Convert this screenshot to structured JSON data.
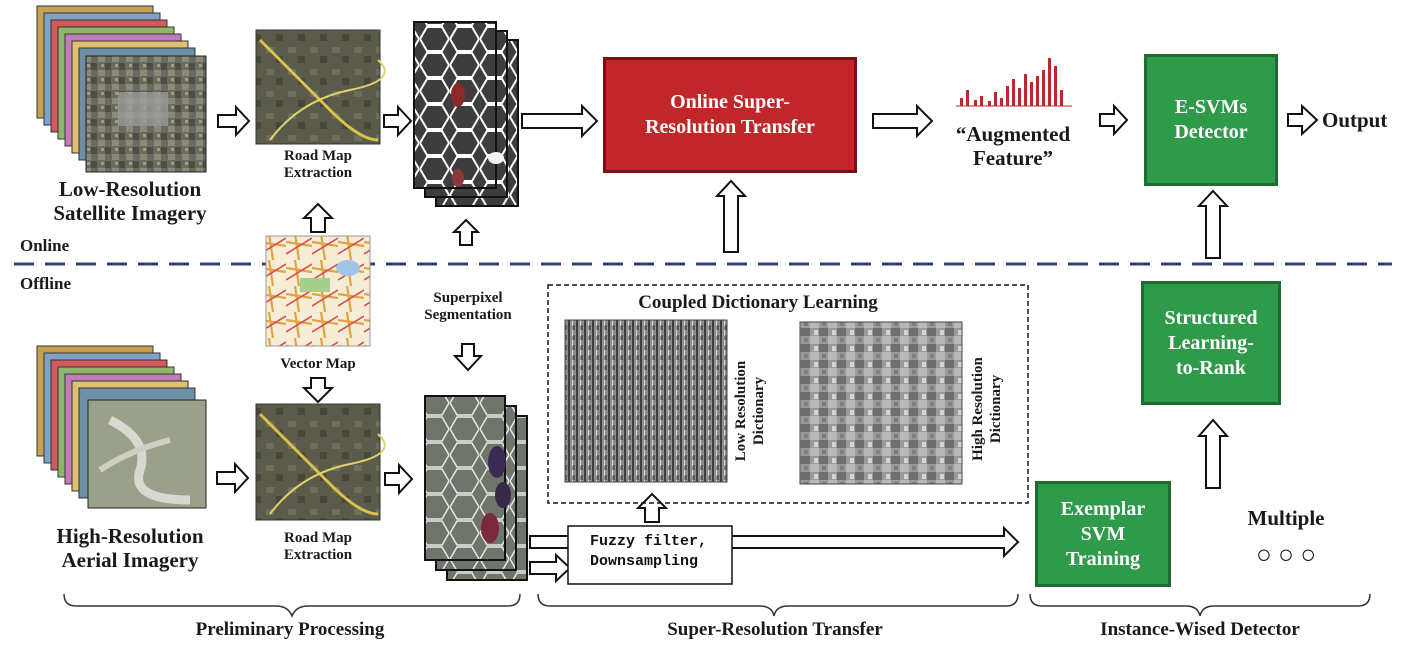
{
  "labels": {
    "low_res": [
      "Low-Resolution",
      "Satellite Imagery"
    ],
    "online": "Online",
    "offline": "Offline",
    "road_map_top": [
      "Road Map",
      "Extraction"
    ],
    "road_map_bottom": [
      "Road Map",
      "Extraction"
    ],
    "vector_map": "Vector Map",
    "superpixel": [
      "Superpixel",
      "Segmentation"
    ],
    "augmented": [
      "“Augmented",
      "Feature”"
    ],
    "output": "Output",
    "high_res": [
      "High-Resolution",
      "Aerial Imagery"
    ],
    "cdl_title": "Coupled Dictionary Learning",
    "low_dict": [
      "Low Resolution",
      "Dictionary"
    ],
    "high_dict": [
      "High Resolution",
      "Dictionary"
    ],
    "fuzzy": [
      "Fuzzy filter,",
      "Downsampling"
    ],
    "multiple": "Multiple",
    "dots": "○ ○ ○"
  },
  "boxes": {
    "online_sr": [
      "Online Super-",
      "Resolution Transfer"
    ],
    "esvm": [
      "E-SVMs",
      "Detector"
    ],
    "structured": [
      "Structured",
      "Learning-",
      "to-Rank"
    ],
    "exemplar": [
      "Exemplar",
      "SVM",
      "Training"
    ]
  },
  "sections": {
    "preliminary": "Preliminary Processing",
    "super_res": "Super-Resolution Transfer",
    "instance": "Instance-Wised Detector"
  },
  "colors": {
    "red_box": "#c0262a",
    "green_box": "#2f9a4a",
    "divider": "#2b3f73"
  }
}
